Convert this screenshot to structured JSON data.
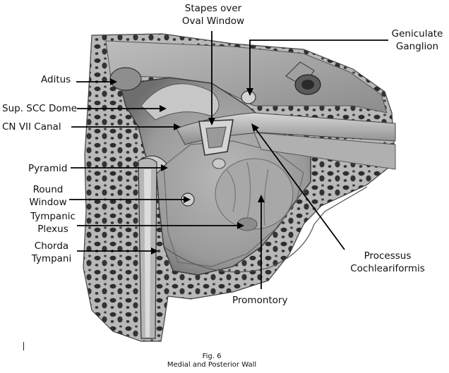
{
  "labels": {
    "stapes_line1": "Stapes over",
    "stapes_line2": "Oval Window",
    "geniculate_line1": "Geniculate",
    "geniculate_line2": "Ganglion",
    "aditus": "Aditus",
    "sup_scc": "Sup. SCC Dome",
    "cn7": "CN VII Canal",
    "pyramid": "Pyramid",
    "round_line1": "Round",
    "round_line2": "Window",
    "tympanic_line1": "Tympanic",
    "tympanic_line2": "Plexus",
    "chorda_line1": "Chorda",
    "chorda_line2": "Tympani",
    "processus_line1": "Processus",
    "processus_line2": "Cochleariformis",
    "promontory": "Promontory"
  },
  "caption": {
    "fig": "Fig. 6",
    "title": "Medial and Posterior Wall"
  },
  "colors": {
    "bone": "#8a8a8a",
    "cavity": "#9c9c9c",
    "marrow": "#2e2e2e",
    "line": "#000000"
  }
}
